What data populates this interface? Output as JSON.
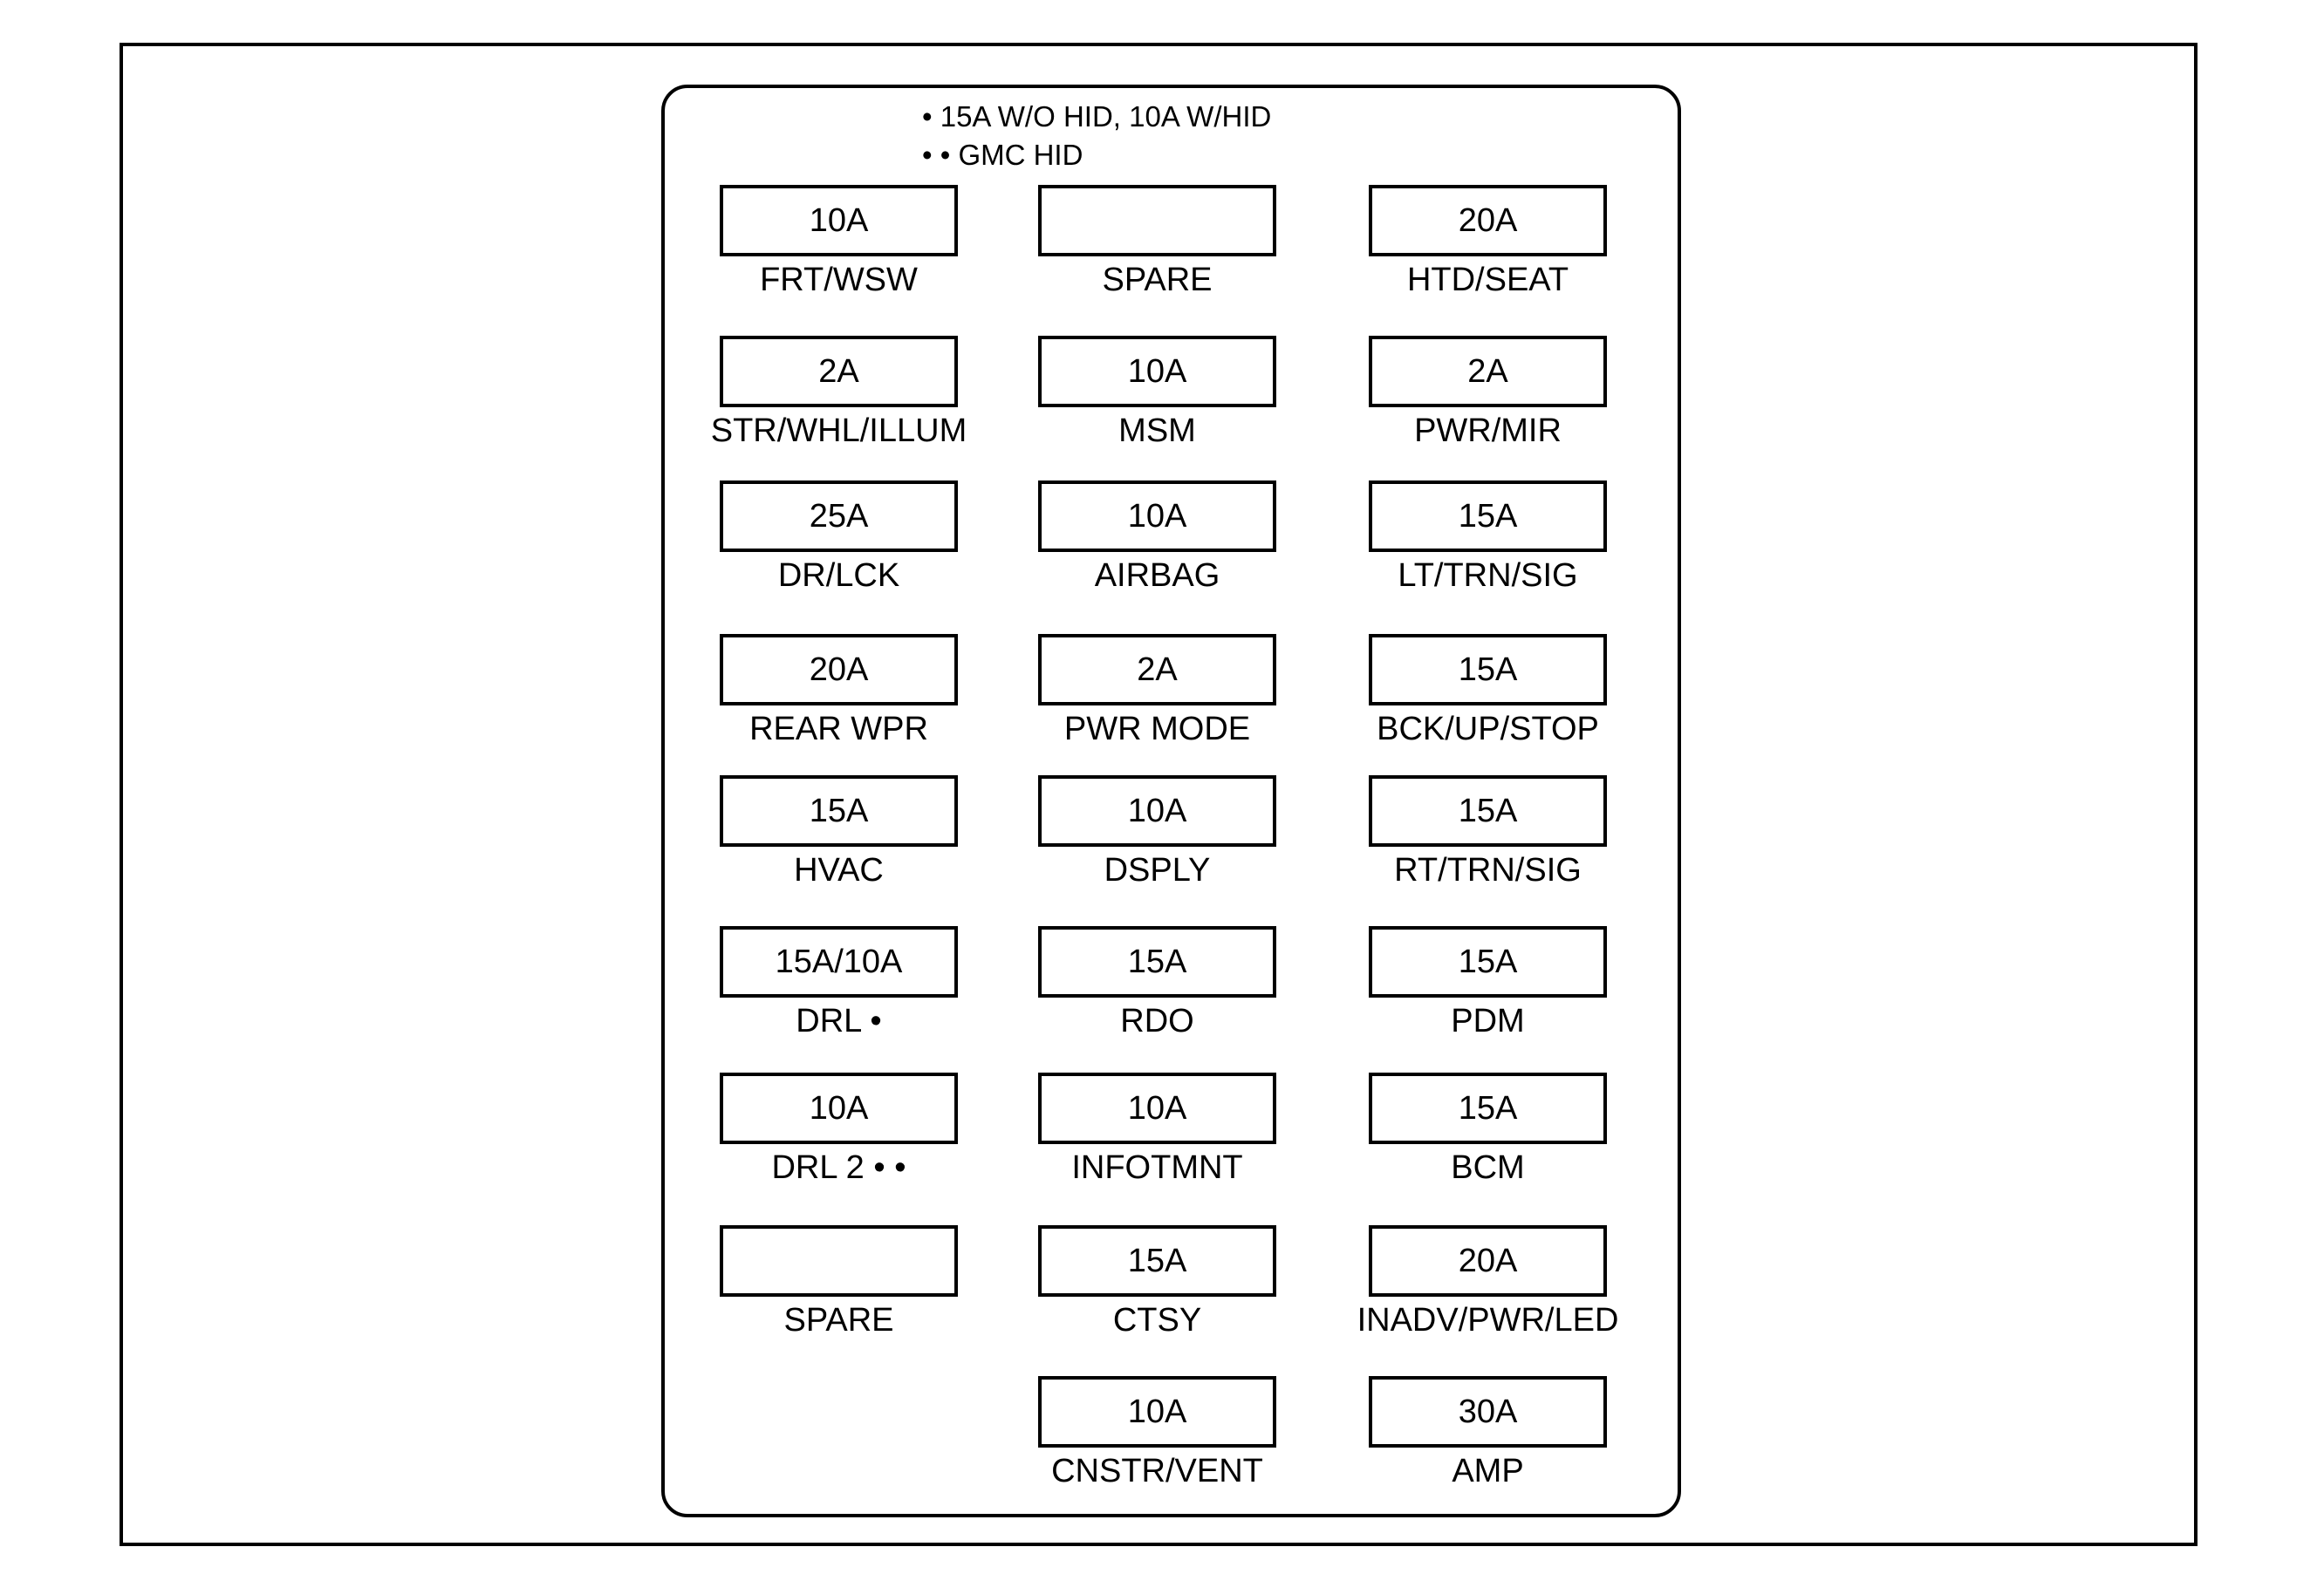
{
  "legend": [
    "• 15A W/O HID, 10A W/HID",
    "• • GMC HID"
  ],
  "fuses": [
    {
      "col": 0,
      "row": 0,
      "rating": "10A",
      "name": "FRT/WSW"
    },
    {
      "col": 1,
      "row": 0,
      "rating": "",
      "name": "SPARE"
    },
    {
      "col": 2,
      "row": 0,
      "rating": "20A",
      "name": "HTD/SEAT"
    },
    {
      "col": 0,
      "row": 1,
      "rating": "2A",
      "name": "STR/WHL/ILLUM"
    },
    {
      "col": 1,
      "row": 1,
      "rating": "10A",
      "name": "MSM"
    },
    {
      "col": 2,
      "row": 1,
      "rating": "2A",
      "name": "PWR/MIR"
    },
    {
      "col": 0,
      "row": 2,
      "rating": "25A",
      "name": "DR/LCK"
    },
    {
      "col": 1,
      "row": 2,
      "rating": "10A",
      "name": "AIRBAG"
    },
    {
      "col": 2,
      "row": 2,
      "rating": "15A",
      "name": "LT/TRN/SIG"
    },
    {
      "col": 0,
      "row": 3,
      "rating": "20A",
      "name": "REAR WPR"
    },
    {
      "col": 1,
      "row": 3,
      "rating": "2A",
      "name": "PWR MODE"
    },
    {
      "col": 2,
      "row": 3,
      "rating": "15A",
      "name": "BCK/UP/STOP"
    },
    {
      "col": 0,
      "row": 4,
      "rating": "15A",
      "name": "HVAC"
    },
    {
      "col": 1,
      "row": 4,
      "rating": "10A",
      "name": "DSPLY"
    },
    {
      "col": 2,
      "row": 4,
      "rating": "15A",
      "name": "RT/TRN/SIG"
    },
    {
      "col": 0,
      "row": 5,
      "rating": "15A/10A",
      "name": "DRL •"
    },
    {
      "col": 1,
      "row": 5,
      "rating": "15A",
      "name": "RDO"
    },
    {
      "col": 2,
      "row": 5,
      "rating": "15A",
      "name": "PDM"
    },
    {
      "col": 0,
      "row": 6,
      "rating": "10A",
      "name": "DRL 2 • •"
    },
    {
      "col": 1,
      "row": 6,
      "rating": "10A",
      "name": "INFOTMNT"
    },
    {
      "col": 2,
      "row": 6,
      "rating": "15A",
      "name": "BCM"
    },
    {
      "col": 0,
      "row": 7,
      "rating": "",
      "name": "SPARE"
    },
    {
      "col": 1,
      "row": 7,
      "rating": "15A",
      "name": "CTSY"
    },
    {
      "col": 2,
      "row": 7,
      "rating": "20A",
      "name": "INADV/PWR/LED"
    },
    {
      "col": 1,
      "row": 8,
      "rating": "10A",
      "name": "CNSTR/VENT"
    },
    {
      "col": 2,
      "row": 8,
      "rating": "30A",
      "name": "AMP"
    }
  ]
}
